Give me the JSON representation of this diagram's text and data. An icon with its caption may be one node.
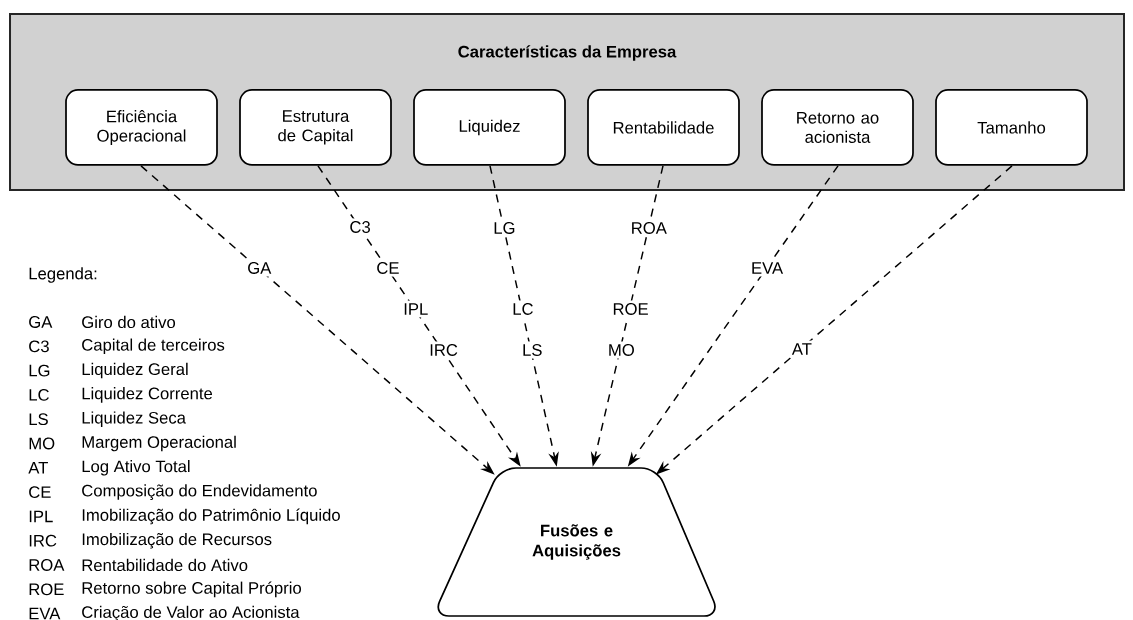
{
  "diagram": {
    "nodes": [
      {
        "text": [
          "Características da Empresa"
        ]
      },
      {
        "text": [
          "Eficiência Operacional"
        ],
        "in": 0
      },
      {
        "text": [
          "Estrutura de Capital"
        ],
        "in": 0
      },
      {
        "text": [
          "Liquidez"
        ],
        "in": 0
      },
      {
        "text": [
          "Rentabilidade"
        ],
        "in": 0
      },
      {
        "text": [
          "Retorno ao acionista"
        ],
        "in": 0
      },
      {
        "text": [
          "Tamanho"
        ],
        "in": 0
      },
      {
        "text": [
          "Fusões e Aquisições"
        ]
      }
    ],
    "edges": [
      {
        "from": 1,
        "to": 7,
        "arrow": "to",
        "style": "dashed"
      },
      {
        "from": 2,
        "to": 7,
        "arrow": "to",
        "style": "dashed"
      },
      {
        "from": 3,
        "to": 7,
        "arrow": "to",
        "style": "dashed"
      },
      {
        "from": 4,
        "to": 7,
        "arrow": "to",
        "style": "dashed"
      },
      {
        "from": 5,
        "to": 7,
        "arrow": "to",
        "style": "dashed"
      },
      {
        "from": 6,
        "to": 7,
        "arrow": "to",
        "style": "dashed"
      }
    ],
    "labels": [
      "C3",
      "LG",
      "ROA",
      "GA",
      "CE",
      "EVA",
      "IPL",
      "LC",
      "ROE",
      "IRC",
      "LS",
      "MO",
      "AT",
      "Legenda:",
      "GA",
      "Giro do ativo",
      "C3",
      "Capital de terceiros",
      "LG",
      "Liquidez Geral",
      "LC",
      "Liquidez Corrente",
      "LS",
      "Liquidez Seca",
      "MO",
      "Margem Operacional",
      "AT",
      "Log Ativo Total",
      "CE",
      "Composição do Endevidamento",
      "IPL",
      "Imobilização do Patrimônio Líquido",
      "IRC",
      "Imobilização de Recursos",
      "ROA",
      "Rentabilidade do Ativo",
      "ROE",
      "Retorno sobre Capital Próprio",
      "EVA",
      "Criação de Valor ao Acionista"
    ]
  }
}
